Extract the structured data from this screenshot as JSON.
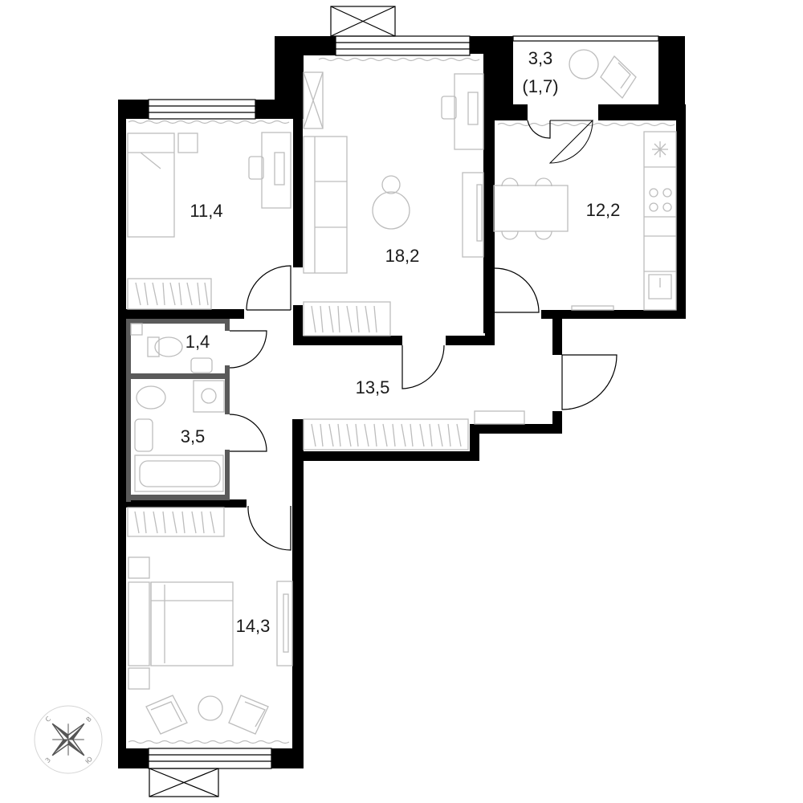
{
  "rooms": {
    "bedroom_1": {
      "area": "11,4"
    },
    "living_room": {
      "area": "18,2"
    },
    "balcony": {
      "area": "3,3",
      "reduced_area": "(1,7)"
    },
    "kitchen": {
      "area": "12,2"
    },
    "toilet": {
      "area": "1,4"
    },
    "bathroom": {
      "area": "3,5"
    },
    "hallway": {
      "area": "13,5"
    },
    "bedroom_2": {
      "area": "14,3"
    }
  },
  "compass": {
    "north": "С",
    "east": "В",
    "south": "Ю",
    "west": "З"
  },
  "colors": {
    "wall": "#000000",
    "furniture": "#bdbdbd",
    "sanitary_wall": "#5a5a5a",
    "label": "#1a1a1a"
  }
}
